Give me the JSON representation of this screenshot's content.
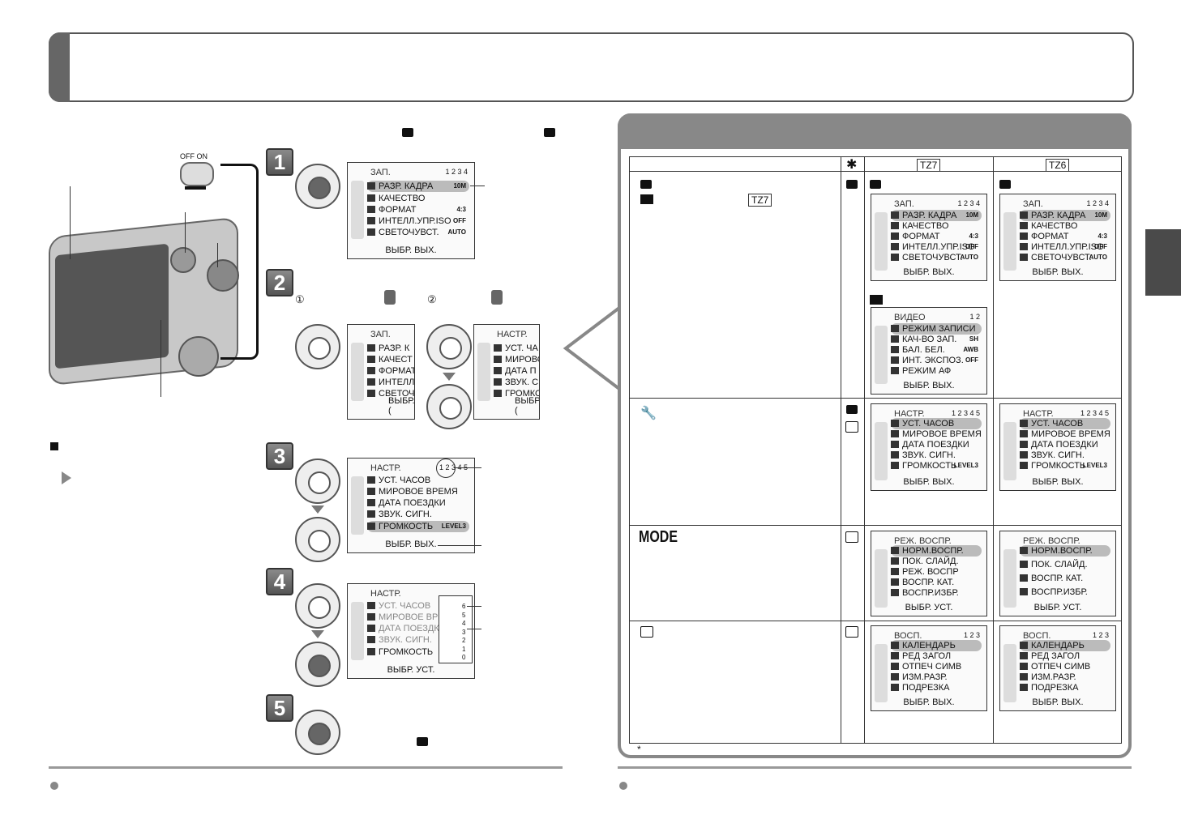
{
  "left": {
    "switch_label": "OFF ON",
    "step_numbers": [
      "1",
      "2",
      "3",
      "4",
      "5"
    ],
    "step2_items": [
      "①",
      "②"
    ],
    "menu_rec": {
      "title": "ЗАП.",
      "page": "1 2 3 4",
      "rows": [
        {
          "label": "РАЗР. КАДРА",
          "value": "10M"
        },
        {
          "label": "КАЧЕСТВО",
          "value": ""
        },
        {
          "label": "ФОРМАТ",
          "value": "4:3"
        },
        {
          "label": "ИНТЕЛЛ.УПР.ISO",
          "value": "OFF"
        },
        {
          "label": "СВЕТОЧУВСТ.",
          "value": "AUTO"
        }
      ],
      "footer": "ВЫБР. ВЫХ."
    },
    "menu_rec_cut": {
      "title": "ЗАП.",
      "rows": [
        "РАЗР. К",
        "КАЧЕСТ",
        "ФОРМАТ",
        "ИНТЕЛЛ",
        "СВЕТОЧ"
      ],
      "footer": "ВЫБР.("
    },
    "menu_setup_cut": {
      "title": "НАСТР.",
      "rows": [
        "УСТ. ЧА",
        "МИРОВО",
        "ДАТА П",
        "ЗВУК. С",
        "ГРОМКО"
      ],
      "footer": "ВЫБР.("
    },
    "menu_setup": {
      "title": "НАСТР.",
      "page": "1 2 3 4 5",
      "rows": [
        {
          "label": "УСТ. ЧАСОВ",
          "value": ""
        },
        {
          "label": "МИРОВОЕ ВРЕМЯ",
          "value": ""
        },
        {
          "label": "ДАТА ПОЕЗДКИ",
          "value": ""
        },
        {
          "label": "ЗВУК. СИГН.",
          "value": ""
        },
        {
          "label": "ГРОМКОСТЬ",
          "value": "LEVEL3"
        }
      ],
      "footer": "ВЫБР. ВЫХ."
    },
    "menu_setup_level": {
      "title": "НАСТР.",
      "rows": [
        "УСТ. ЧАСОВ",
        "МИРОВОЕ ВРЕ",
        "ДАТА ПОЕЗДК",
        "ЗВУК. СИГН.",
        "ГРОМКОСТЬ"
      ],
      "levels": [
        "6",
        "5",
        "4",
        "3",
        "2",
        "1",
        "0"
      ],
      "footer": "ВЫБР. УСТ."
    }
  },
  "right": {
    "col_headers": {
      "star": "✱",
      "tz7": "TZ7",
      "tz6": "TZ6"
    },
    "tz7_tag": "TZ7",
    "mode_label": "MODE",
    "footnote": "*",
    "rec_menu": {
      "title": "ЗАП.",
      "page": "1 2 3 4",
      "rows": [
        {
          "label": "РАЗР. КАДРА",
          "value": "10M"
        },
        {
          "label": "КАЧЕСТВО",
          "value": ""
        },
        {
          "label": "ФОРМАТ",
          "value": "4:3"
        },
        {
          "label": "ИНТЕЛЛ.УПР.ISO",
          "value": "OFF"
        },
        {
          "label": "СВЕТОЧУВСТ.",
          "value": "AUTO"
        }
      ],
      "footer": "ВЫБР. ВЫХ."
    },
    "video_menu": {
      "title": "ВИДЕО",
      "page": "1 2",
      "rows": [
        {
          "label": "РЕЖИМ ЗАПИСИ",
          "value": ""
        },
        {
          "label": "КАЧ-ВО ЗАП.",
          "value": "SH"
        },
        {
          "label": "БАЛ. БЕЛ.",
          "value": "AWB"
        },
        {
          "label": "ИНТ. ЭКСПОЗ.",
          "value": "OFF"
        },
        {
          "label": "РЕЖИМ АФ",
          "value": ""
        }
      ],
      "footer": "ВЫБР. ВЫХ."
    },
    "setup_menu": {
      "title": "НАСТР.",
      "page": "1 2 3 4 5",
      "rows": [
        {
          "label": "УСТ. ЧАСОВ",
          "value": ""
        },
        {
          "label": "МИРОВОЕ ВРЕМЯ",
          "value": ""
        },
        {
          "label": "ДАТА ПОЕЗДКИ",
          "value": ""
        },
        {
          "label": "ЗВУК. СИГН.",
          "value": ""
        },
        {
          "label": "ГРОМКОСТЬ",
          "value": "LEVEL3"
        }
      ],
      "footer": "ВЫБР. ВЫХ."
    },
    "mode_menu_tz7": {
      "title": "РЕЖ. ВОСПР.",
      "page": "",
      "rows": [
        {
          "label": "НОРМ.ВОСПР.",
          "value": ""
        },
        {
          "label": "ПОК. СЛАЙД.",
          "value": ""
        },
        {
          "label": "РЕЖ. ВОСПР",
          "value": ""
        },
        {
          "label": "ВОСПР. КАТ.",
          "value": ""
        },
        {
          "label": "ВОСПР.ИЗБР.",
          "value": ""
        }
      ],
      "footer": "ВЫБР. УСТ."
    },
    "mode_menu_tz6": {
      "title": "РЕЖ. ВОСПР.",
      "page": "",
      "rows": [
        {
          "label": "НОРМ.ВОСПР.",
          "value": ""
        },
        {
          "label": "ПОК. СЛАЙД.",
          "value": ""
        },
        {
          "label": "ВОСПР. КАТ.",
          "value": ""
        },
        {
          "label": "ВОСПР.ИЗБР.",
          "value": ""
        }
      ],
      "footer": "ВЫБР. УСТ."
    },
    "play_menu": {
      "title": "ВОСП.",
      "page": "1 2 3",
      "rows": [
        {
          "label": "КАЛЕНДАРЬ",
          "value": ""
        },
        {
          "label": "РЕД ЗАГОЛ",
          "value": ""
        },
        {
          "label": "ОТПЕЧ СИМВ",
          "value": ""
        },
        {
          "label": "ИЗМ.РАЗР.",
          "value": ""
        },
        {
          "label": "ПОДРЕЗКА",
          "value": ""
        }
      ],
      "footer": "ВЫБР. ВЫХ."
    }
  }
}
